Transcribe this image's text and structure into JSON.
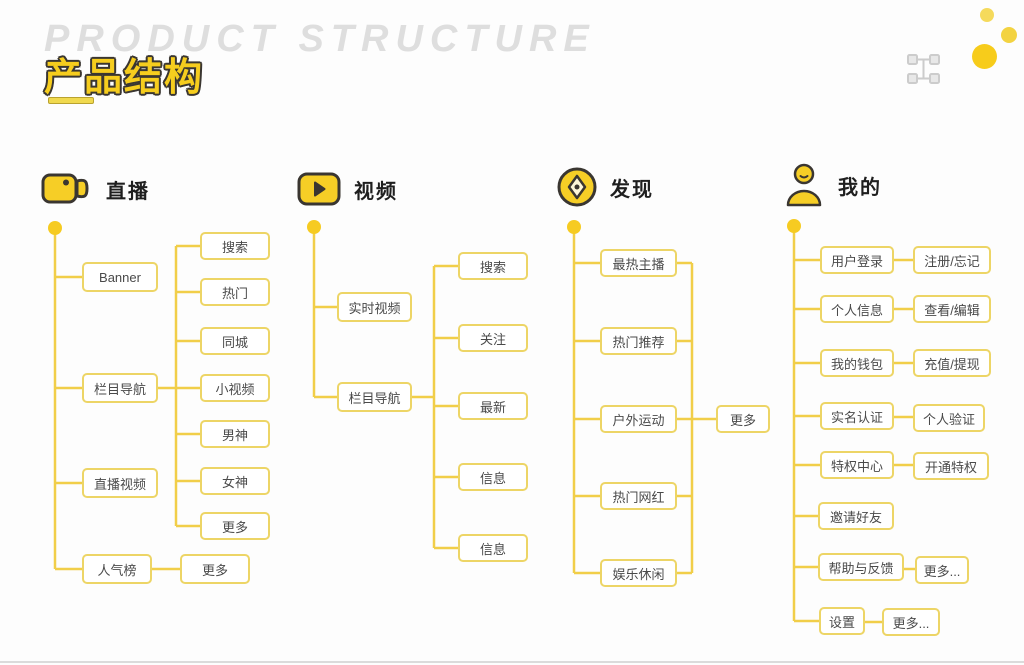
{
  "page": {
    "bg_title": "PRODUCT STRUCTURE",
    "title": "产品结构"
  },
  "colors": {
    "accent_yellow": "#f6cd1e",
    "connector_yellow": "#f1ce49",
    "box_border_yellow": "#edd566",
    "box_text": "#4a4a4a",
    "bg_title_gray": "#dedede",
    "deco_dot_light": "#f5da5c",
    "deco_dot_mid": "#f3d341",
    "deco_dot_dark": "#f7cc1b",
    "structure_icon_gray": "#cccccc"
  },
  "decor_icons": [
    "structure-glyph-icon",
    "dot-small",
    "dot-medium",
    "dot-large"
  ],
  "sections": [
    {
      "title": "直播",
      "icon": "video-camera-icon",
      "children": [
        {
          "label": "Banner"
        },
        {
          "label": "栏目导航",
          "children": [
            {
              "label": "搜索"
            },
            {
              "label": "热门"
            },
            {
              "label": "同城"
            },
            {
              "label": "小视频"
            },
            {
              "label": "男神"
            },
            {
              "label": "女神"
            },
            {
              "label": "更多"
            }
          ]
        },
        {
          "label": "直播视频"
        },
        {
          "label": "人气榜",
          "children": [
            {
              "label": "更多"
            }
          ]
        }
      ]
    },
    {
      "title": "视频",
      "icon": "play-icon",
      "children": [
        {
          "label": "实时视频"
        },
        {
          "label": "栏目导航",
          "children": [
            {
              "label": "搜索"
            },
            {
              "label": "关注"
            },
            {
              "label": "最新"
            },
            {
              "label": "信息"
            },
            {
              "label": "信息"
            }
          ]
        }
      ]
    },
    {
      "title": "发现",
      "icon": "compass-icon",
      "children": [
        {
          "label": "最热主播"
        },
        {
          "label": "热门推荐"
        },
        {
          "label": "户外运动",
          "children": [
            {
              "label": "更多"
            }
          ]
        },
        {
          "label": "热门网红"
        },
        {
          "label": "娱乐休闲"
        }
      ]
    },
    {
      "title": "我的",
      "icon": "person-icon",
      "children": [
        {
          "label": "用户登录",
          "children": [
            {
              "label": "注册/忘记"
            }
          ]
        },
        {
          "label": "个人信息",
          "children": [
            {
              "label": "查看/编辑"
            }
          ]
        },
        {
          "label": "我的钱包",
          "children": [
            {
              "label": "充值/提现"
            }
          ]
        },
        {
          "label": "实名认证",
          "children": [
            {
              "label": "个人验证"
            }
          ]
        },
        {
          "label": "特权中心",
          "children": [
            {
              "label": "开通特权"
            }
          ]
        },
        {
          "label": "邀请好友"
        },
        {
          "label": "帮助与反馈",
          "children": [
            {
              "label": "更多..."
            }
          ]
        },
        {
          "label": "设置",
          "children": [
            {
              "label": "更多..."
            }
          ]
        }
      ]
    }
  ]
}
